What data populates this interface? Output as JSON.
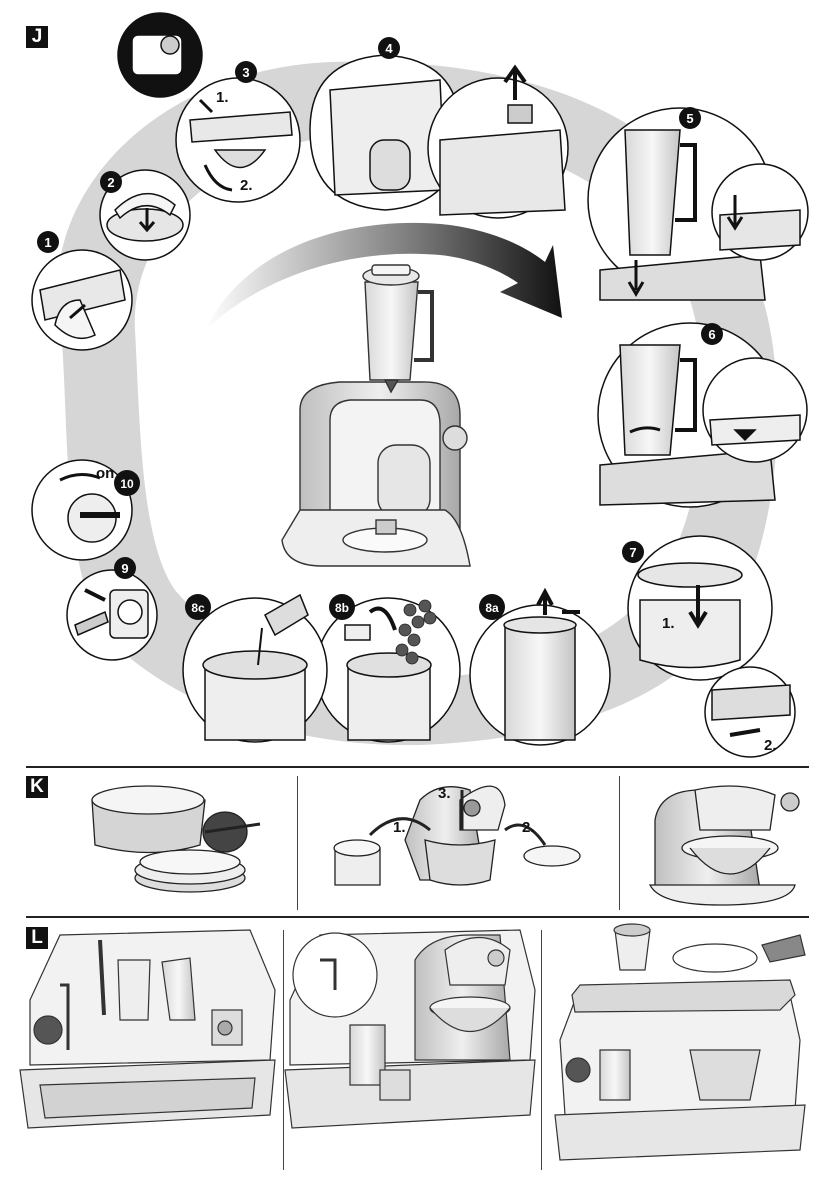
{
  "sections": {
    "J": {
      "letter": "J",
      "steps": [
        "1",
        "2",
        "3",
        "4",
        "5",
        "6",
        "7",
        "8a",
        "8b",
        "8c",
        "9",
        "10"
      ],
      "sub_labels": {
        "step3_a": "1.",
        "step3_b": "2.",
        "step7_a": "1.",
        "step7_b": "2."
      },
      "switch_label": "on"
    },
    "K": {
      "letter": "K",
      "sub_labels": {
        "a": "1.",
        "b": "2.",
        "c": "3."
      }
    },
    "L": {
      "letter": "L"
    }
  }
}
